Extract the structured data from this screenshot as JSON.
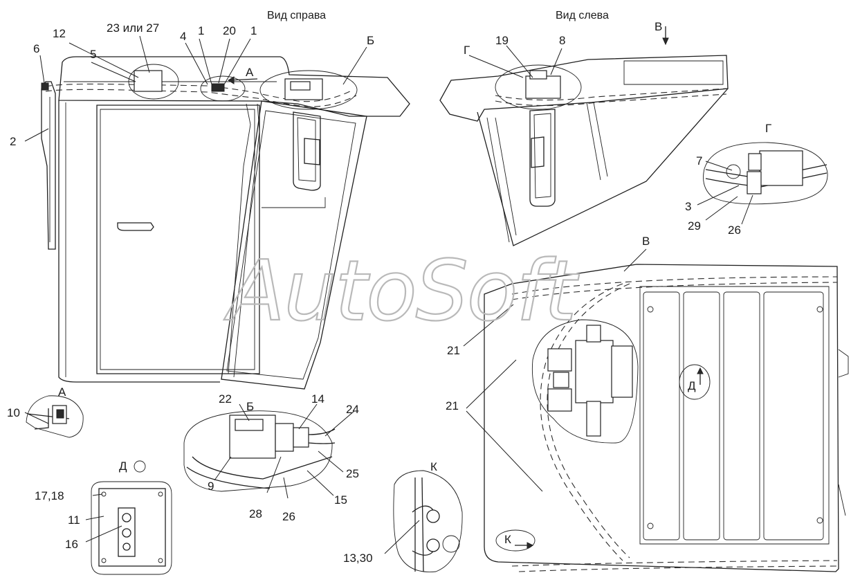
{
  "views": {
    "right_title": "Вид справа",
    "left_title": "Вид слева"
  },
  "sections": {
    "A": "А",
    "B": "Б",
    "V": "В",
    "G": "Г",
    "D": "Д",
    "K": "К"
  },
  "callouts": {
    "c1a": "1",
    "c1b": "1",
    "c2": "2",
    "c3": "3",
    "c4": "4",
    "c5": "5",
    "c6": "6",
    "c7": "7",
    "c8": "8",
    "c9": "9",
    "c10": "10",
    "c11": "11",
    "c12": "12",
    "c13_30": "13,30",
    "c14": "14",
    "c15": "15",
    "c16": "16",
    "c17_18": "17,18",
    "c19": "19",
    "c20": "20",
    "c21a": "21",
    "c21b": "21",
    "c22": "22",
    "c23_27": "23 или 27",
    "c24": "24",
    "c25": "25",
    "c26a": "26",
    "c26b": "26",
    "c28": "28",
    "c29": "29"
  },
  "watermark": "AutoSoft"
}
